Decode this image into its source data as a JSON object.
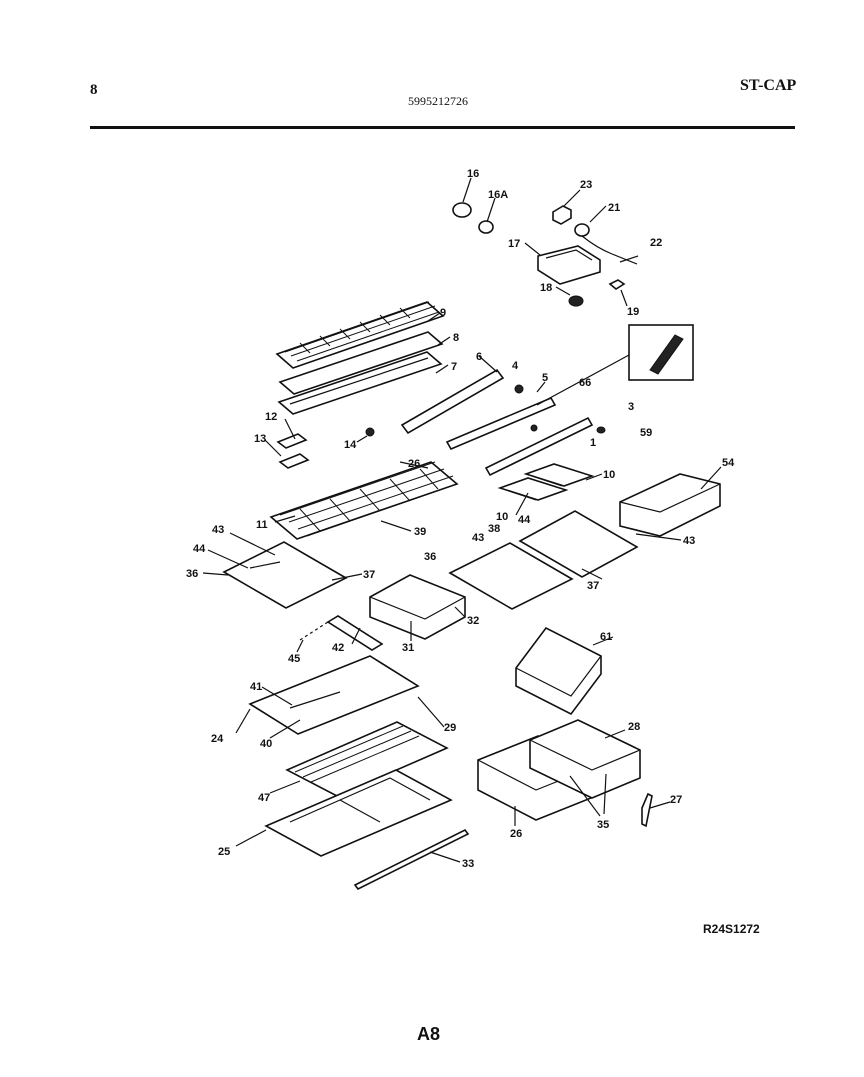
{
  "header": {
    "page_marker": "8",
    "model_number": "5995212726",
    "section_code": "ST-CAP"
  },
  "footer": {
    "reference_code": "R24S1272",
    "page_number": "A8"
  },
  "parts_callouts": [
    "16",
    "16A",
    "23",
    "21",
    "22",
    "17",
    "18",
    "19",
    "9",
    "8",
    "7",
    "6",
    "4",
    "5",
    "66",
    "3",
    "59",
    "1",
    "12",
    "13",
    "14",
    "26",
    "10",
    "10",
    "54",
    "11",
    "39",
    "43",
    "44",
    "36",
    "37",
    "38",
    "44",
    "43",
    "36",
    "43",
    "37",
    "32",
    "31",
    "42",
    "45",
    "61",
    "41",
    "24",
    "40",
    "29",
    "28",
    "47",
    "25",
    "26",
    "35",
    "27",
    "33"
  ]
}
